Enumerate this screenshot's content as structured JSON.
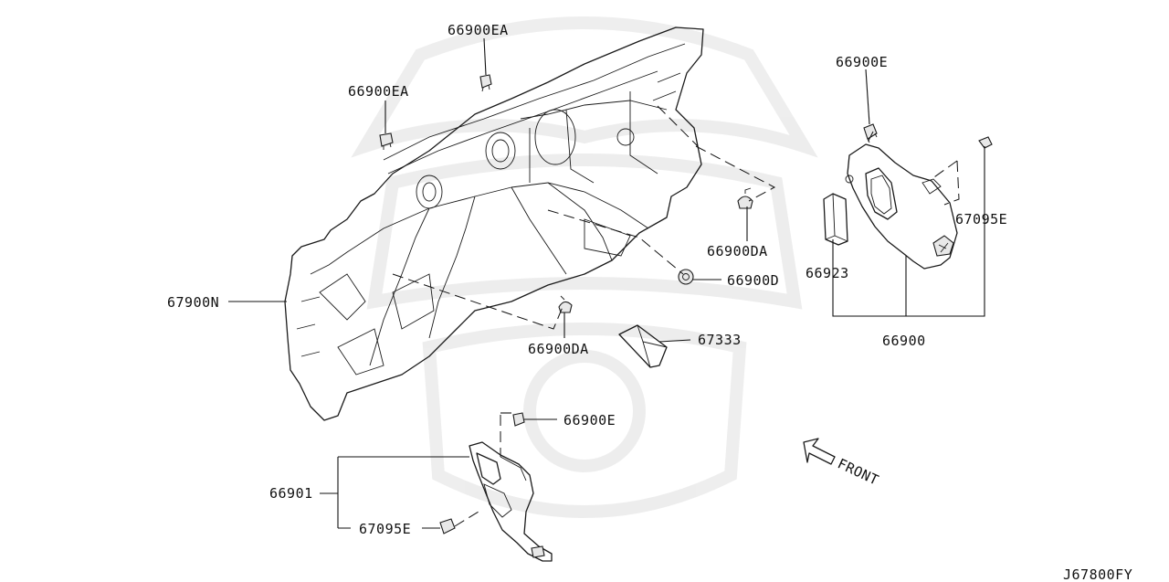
{
  "labels": {
    "p66900EA_top": "66900EA",
    "p66900EA_left": "66900EA",
    "p66900E_top": "66900E",
    "p67095E_right": "67095E",
    "p66900DA_right": "66900DA",
    "p66923": "66923",
    "p66900D": "66900D",
    "p67900N": "67900N",
    "p66900DA_bottom": "66900DA",
    "p67333": "67333",
    "p66900": "66900",
    "p66900E_bottom": "66900E",
    "p66901": "66901",
    "p67095E_bottom": "67095E",
    "front": "FRONT",
    "diagram_code": "J67800FY"
  },
  "colors": {
    "line": "#1a1a1a",
    "watermark": "#ececec",
    "background": "#ffffff"
  }
}
